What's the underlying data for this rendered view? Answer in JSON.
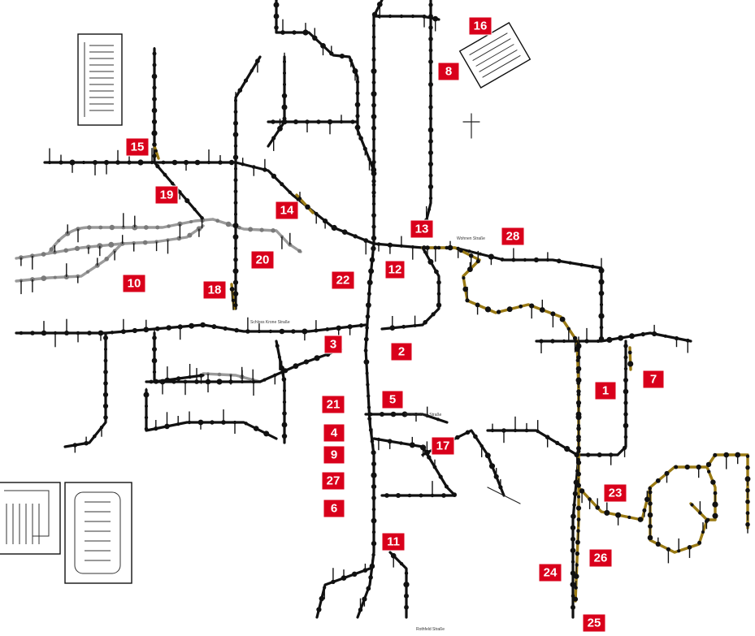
{
  "colors": {
    "background": "#ffffff",
    "track_main": "#111111",
    "track_secondary": "#9a9a9a",
    "track_highlight": "#9a7a14",
    "marker_fill": "#d9001b",
    "marker_text": "#ffffff"
  },
  "map": {
    "station_labels": [
      "Brandenburg Straße",
      "Wohnen Straße",
      "Schloss Krone Straße",
      "Rothfeld Straße"
    ],
    "insets": [
      {
        "name": "legend-inset"
      },
      {
        "name": "detail-inset-left"
      },
      {
        "name": "detail-inset-right"
      }
    ]
  },
  "markers": [
    {
      "id": "marker-1",
      "label": "1"
    },
    {
      "id": "marker-2",
      "label": "2"
    },
    {
      "id": "marker-3",
      "label": "3"
    },
    {
      "id": "marker-4",
      "label": "4"
    },
    {
      "id": "marker-5",
      "label": "5"
    },
    {
      "id": "marker-6",
      "label": "6"
    },
    {
      "id": "marker-7",
      "label": "7"
    },
    {
      "id": "marker-8",
      "label": "8"
    },
    {
      "id": "marker-9",
      "label": "9"
    },
    {
      "id": "marker-10",
      "label": "10"
    },
    {
      "id": "marker-11",
      "label": "11"
    },
    {
      "id": "marker-12",
      "label": "12"
    },
    {
      "id": "marker-13",
      "label": "13"
    },
    {
      "id": "marker-14",
      "label": "14"
    },
    {
      "id": "marker-15",
      "label": "15"
    },
    {
      "id": "marker-16",
      "label": "16"
    },
    {
      "id": "marker-17",
      "label": "17"
    },
    {
      "id": "marker-18",
      "label": "18"
    },
    {
      "id": "marker-19",
      "label": "19"
    },
    {
      "id": "marker-20",
      "label": "20"
    },
    {
      "id": "marker-21",
      "label": "21"
    },
    {
      "id": "marker-22",
      "label": "22"
    },
    {
      "id": "marker-23",
      "label": "23"
    },
    {
      "id": "marker-24",
      "label": "24"
    },
    {
      "id": "marker-25",
      "label": "25"
    },
    {
      "id": "marker-26",
      "label": "26"
    },
    {
      "id": "marker-27",
      "label": "27"
    },
    {
      "id": "marker-28",
      "label": "28"
    }
  ]
}
